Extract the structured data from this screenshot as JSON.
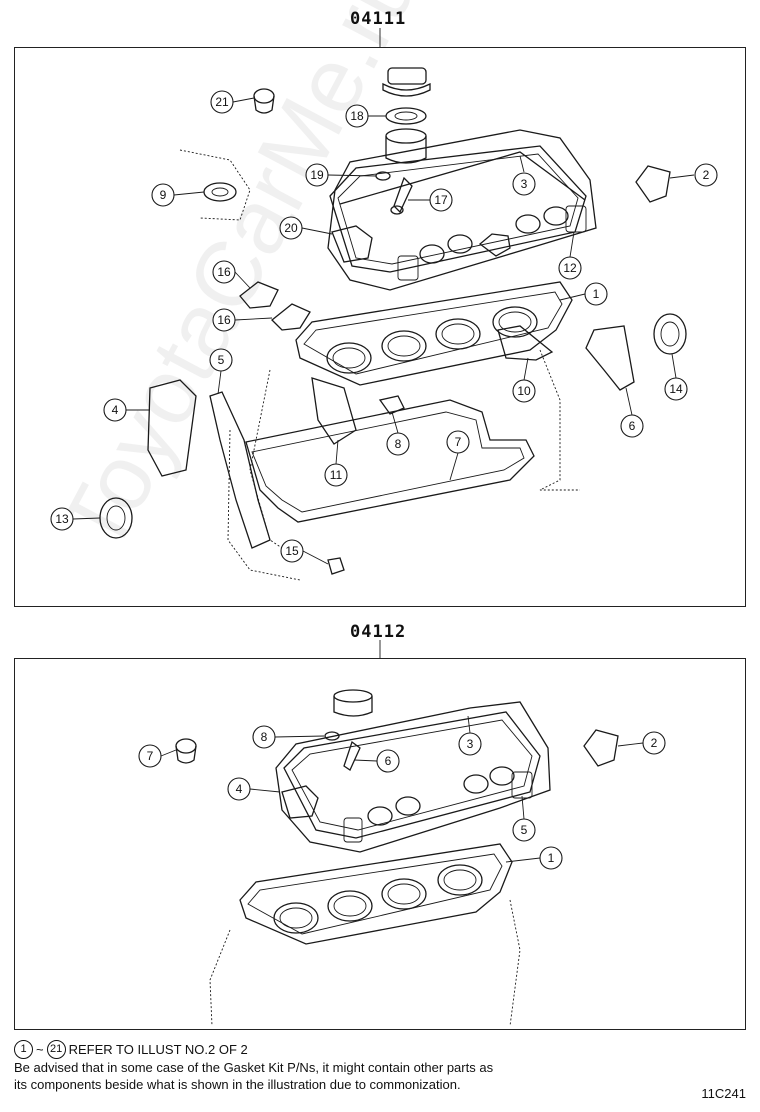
{
  "kits": [
    {
      "code": "04111",
      "callouts": [
        "1",
        "2",
        "3",
        "4",
        "5",
        "6",
        "7",
        "8",
        "9",
        "10",
        "11",
        "12",
        "13",
        "14",
        "15",
        "16",
        "16",
        "17",
        "18",
        "19",
        "20",
        "21"
      ]
    },
    {
      "code": "04112",
      "callouts": [
        "1",
        "2",
        "3",
        "4",
        "5",
        "6",
        "7",
        "8"
      ]
    }
  ],
  "watermark": "ToyotaCarMe.ru",
  "notes": {
    "ref_start": "1",
    "ref_tilde": "~",
    "ref_end": "21",
    "ref_text": "REFER TO ILLUST NO.2 OF 2",
    "advisory_line1": "Be advised that in some case of the Gasket Kit P/Ns,  it might contain other parts as",
    "advisory_line2": "its components beside what is shown in the illustration due to commonization."
  },
  "illustration_id": "11C241"
}
